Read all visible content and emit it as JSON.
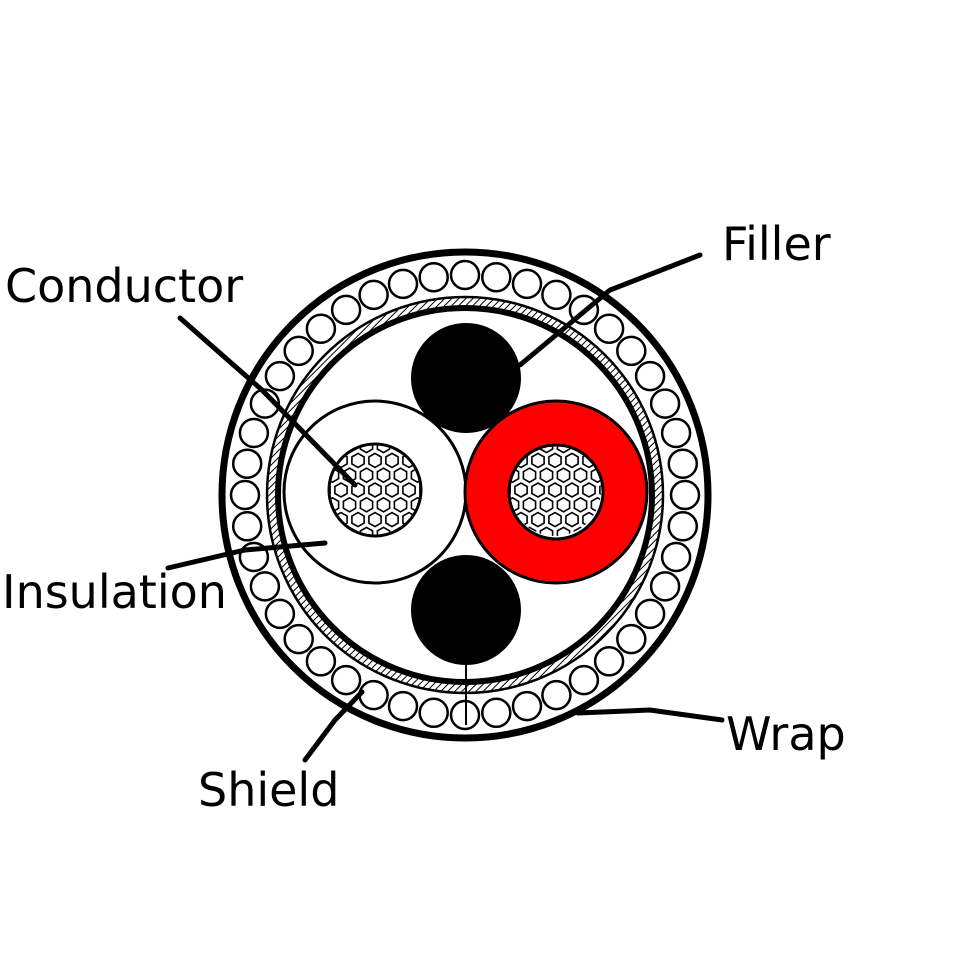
{
  "labels": {
    "conductor": "Conductor",
    "filler": "Filler",
    "insulation": "Insulation",
    "shield": "Shield",
    "wrap": "Wrap"
  },
  "colors": {
    "outline": "#000000",
    "background": "#ffffff",
    "red_insulation": "#ff0000",
    "filler": "#000000",
    "white_insulation": "#ffffff"
  }
}
